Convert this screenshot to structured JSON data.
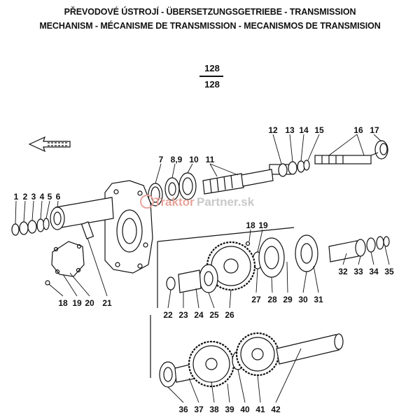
{
  "header": {
    "title_line1": "PŘEVODOVÉ ÚSTROJÍ - ÜBERSETZUNGSGETRIEBE - TRANSMISSION",
    "title_line2": "MECHANISM - MÉCANISME DE TRANSMISSION - MECANISMOS DE TRANSMISION",
    "page_top": "128",
    "page_bottom": "128"
  },
  "watermark": {
    "part1": "Traktor",
    "part2": "Partner.sk"
  },
  "callouts": [
    "1",
    "2",
    "3",
    "4",
    "5",
    "6",
    "7",
    "8,9",
    "10",
    "11",
    "12",
    "13",
    "14",
    "15",
    "16",
    "17",
    "18",
    "19",
    "20",
    "21",
    "18",
    "19",
    "22",
    "23",
    "24",
    "25",
    "26",
    "27",
    "28",
    "29",
    "30",
    "31",
    "32",
    "33",
    "34",
    "35",
    "36",
    "37",
    "38",
    "39",
    "40",
    "41",
    "42"
  ],
  "colors": {
    "ink": "#111111",
    "watermark_red": "#e8a59c",
    "watermark_gray": "#c9c9c9"
  }
}
